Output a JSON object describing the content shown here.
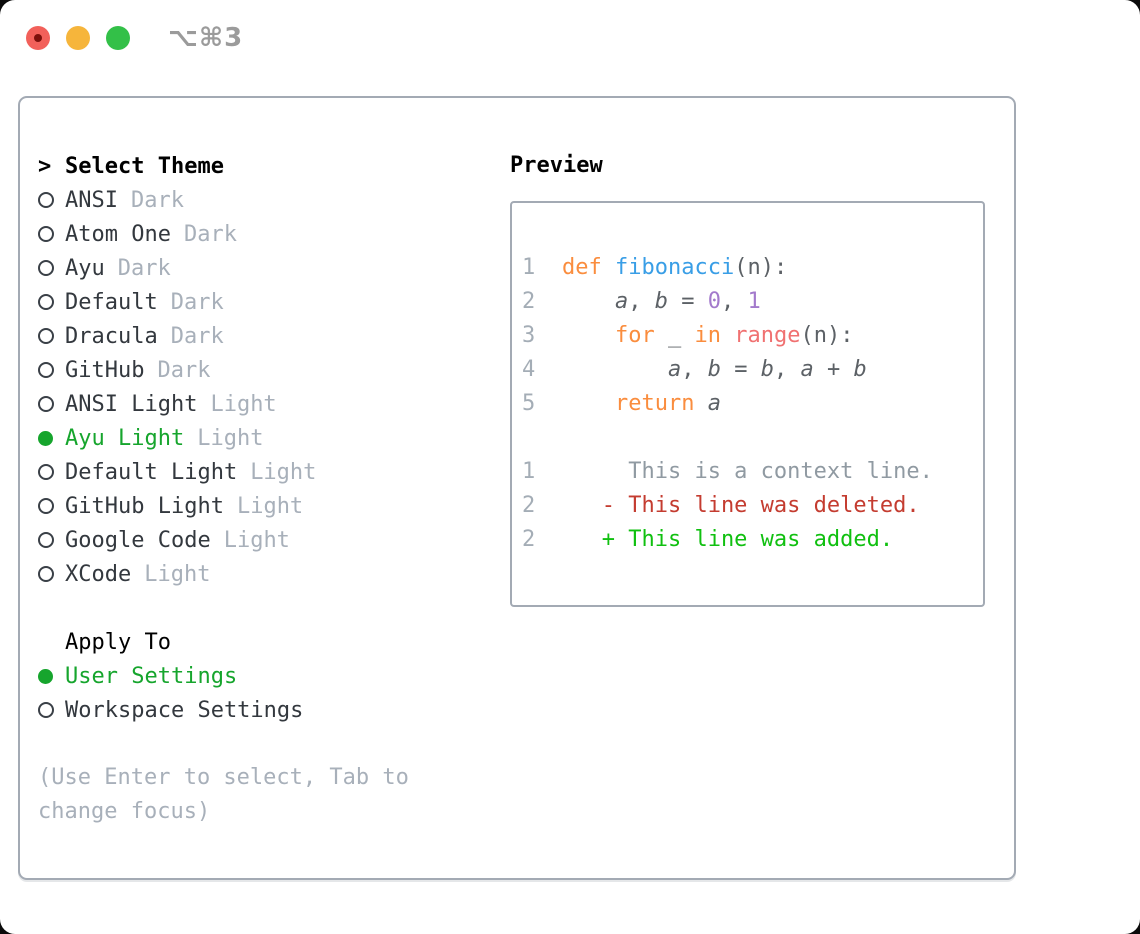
{
  "titlebar": {
    "shortcut": "⌥⌘3",
    "traffic_lights": [
      "close",
      "minimize",
      "zoom"
    ]
  },
  "theme_list": {
    "prompt": ">",
    "title": "Select Theme",
    "items": [
      {
        "name": "ANSI",
        "variant": "Dark",
        "selected": false
      },
      {
        "name": "Atom One",
        "variant": "Dark",
        "selected": false
      },
      {
        "name": "Ayu",
        "variant": "Dark",
        "selected": false
      },
      {
        "name": "Default",
        "variant": "Dark",
        "selected": false
      },
      {
        "name": "Dracula",
        "variant": "Dark",
        "selected": false
      },
      {
        "name": "GitHub",
        "variant": "Dark",
        "selected": false
      },
      {
        "name": "ANSI Light",
        "variant": "Light",
        "selected": false
      },
      {
        "name": "Ayu Light",
        "variant": "Light",
        "selected": true
      },
      {
        "name": "Default Light",
        "variant": "Light",
        "selected": false
      },
      {
        "name": "GitHub Light",
        "variant": "Light",
        "selected": false
      },
      {
        "name": "Google Code",
        "variant": "Light",
        "selected": false
      },
      {
        "name": "XCode",
        "variant": "Light",
        "selected": false
      }
    ]
  },
  "preview": {
    "title": "Preview",
    "lines": [
      {
        "num": "1",
        "segments": [
          {
            "s": "keyword",
            "t": "def"
          },
          {
            "s": "default",
            "t": " "
          },
          {
            "s": "function",
            "t": "fibonacci"
          },
          {
            "s": "default",
            "t": "(n):"
          }
        ]
      },
      {
        "num": "2",
        "segments": [
          {
            "s": "default",
            "t": "    "
          },
          {
            "s": "variable",
            "t": "a"
          },
          {
            "s": "default",
            "t": ", "
          },
          {
            "s": "variable",
            "t": "b"
          },
          {
            "s": "default",
            "t": " = "
          },
          {
            "s": "number",
            "t": "0"
          },
          {
            "s": "default",
            "t": ", "
          },
          {
            "s": "number",
            "t": "1"
          }
        ]
      },
      {
        "num": "3",
        "segments": [
          {
            "s": "default",
            "t": "    "
          },
          {
            "s": "keyword",
            "t": "for"
          },
          {
            "s": "default",
            "t": " _ "
          },
          {
            "s": "keyword",
            "t": "in"
          },
          {
            "s": "default",
            "t": " "
          },
          {
            "s": "special",
            "t": "range"
          },
          {
            "s": "default",
            "t": "(n):"
          }
        ]
      },
      {
        "num": "4",
        "segments": [
          {
            "s": "default",
            "t": "        "
          },
          {
            "s": "variable",
            "t": "a"
          },
          {
            "s": "default",
            "t": ", "
          },
          {
            "s": "variable",
            "t": "b"
          },
          {
            "s": "default",
            "t": " = "
          },
          {
            "s": "variable",
            "t": "b"
          },
          {
            "s": "default",
            "t": ", "
          },
          {
            "s": "variable",
            "t": "a"
          },
          {
            "s": "default",
            "t": " + "
          },
          {
            "s": "variable",
            "t": "b"
          }
        ]
      },
      {
        "num": "5",
        "segments": [
          {
            "s": "default",
            "t": "    "
          },
          {
            "s": "keyword",
            "t": "return"
          },
          {
            "s": "default",
            "t": " "
          },
          {
            "s": "variable",
            "t": "a"
          }
        ]
      },
      {
        "num": "",
        "segments": []
      },
      {
        "num": "1",
        "segments": [
          {
            "s": "context",
            "t": "     This is a context line."
          }
        ]
      },
      {
        "num": "2",
        "segments": [
          {
            "s": "deleted",
            "t": "   - This line was deleted."
          }
        ]
      },
      {
        "num": "2",
        "segments": [
          {
            "s": "added",
            "t": "   + This line was added."
          }
        ]
      }
    ]
  },
  "apply_to": {
    "title": "Apply To",
    "options": [
      {
        "label": "User Settings",
        "selected": true
      },
      {
        "label": "Workspace Settings",
        "selected": false
      }
    ]
  },
  "help_text": "(Use Enter to select, Tab to change focus)",
  "colors": {
    "accent_green": "#16a52d",
    "added_green": "#10c010",
    "deleted_red": "#c43c30",
    "context_gray": "#909aa2",
    "muted": "#a8b0ba",
    "keyword_orange": "#fa8d3e",
    "function_blue": "#399ee6",
    "number_purple": "#a37acc",
    "special_coral": "#f07171",
    "code_default": "#5c6166",
    "list_text": "#33383e",
    "line_number": "#a4adb6",
    "panel_border": "#a3aab4",
    "traffic_red": "#f2605a",
    "traffic_red_dot": "#7c100c",
    "traffic_yellow": "#f6b53b",
    "traffic_green": "#33c048",
    "shortcut_gray": "#9b9b9b"
  }
}
